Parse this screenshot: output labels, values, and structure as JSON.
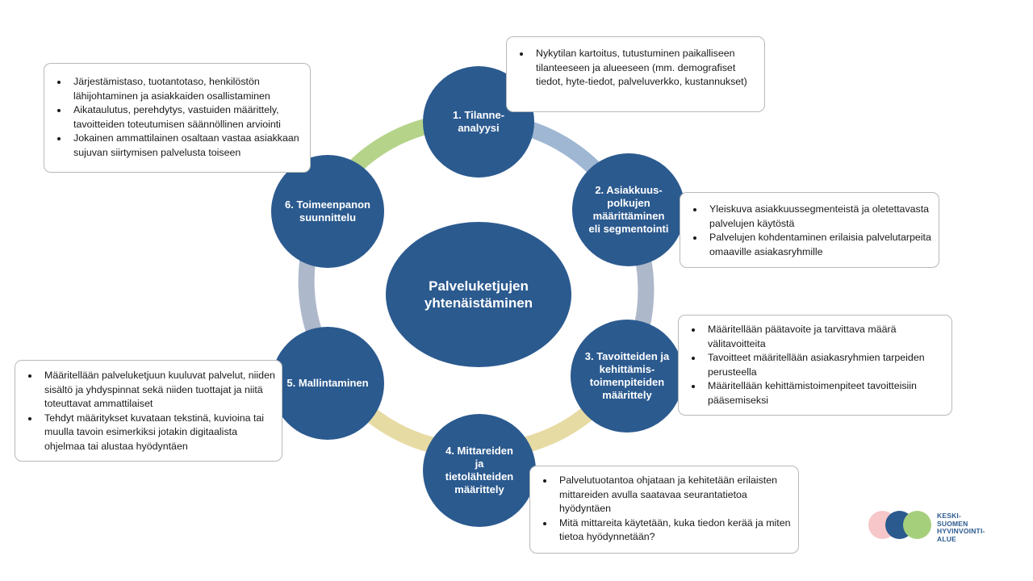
{
  "center": {
    "line1": "Palveluketjujen",
    "line2": "yhtenäistäminen"
  },
  "colors": {
    "node": "#2b5a8f",
    "arc_green": "#b5d48a",
    "arc_blue_light": "#9fb7d3",
    "arc_gray": "#aeb8cb",
    "arc_yellow": "#e7dba4",
    "logo_pink": "#f6c6c8",
    "logo_blue": "#2b5a8f",
    "logo_green": "#a6cf7c"
  },
  "steps": [
    {
      "lines": [
        "1. Tilanne-",
        "analyysi"
      ],
      "bullets": [
        "Nykytilan kartoitus, tutustuminen paikalliseen tilanteeseen ja alueeseen (mm. demografiset tiedot, hyte-tiedot, palveluverkko, kustannukset)"
      ]
    },
    {
      "lines": [
        "2. Asiakkuus-",
        "polkujen",
        "määrittäminen",
        "eli segmentointi"
      ],
      "bullets": [
        "Yleiskuva asiakkuussegmenteistä ja oletettavasta palvelujen käytöstä",
        "Palvelujen kohdentaminen erilaisia palvelutarpeita omaaville asiakasryhmille"
      ]
    },
    {
      "lines": [
        "3. Tavoitteiden ja",
        "kehittämis-",
        "toimenpiteiden",
        "määrittely"
      ],
      "bullets": [
        "Määritellään päätavoite ja tarvittava määrä välitavoitteita",
        "Tavoitteet määritellään asiakasryhmien tarpeiden perusteella",
        "Määritellään kehittämistoimenpiteet tavoitteisiin pääsemiseksi"
      ]
    },
    {
      "lines": [
        "4. Mittareiden",
        "ja",
        "tietolähteiden",
        "määrittely"
      ],
      "bullets": [
        "Palvelutuotantoa ohjataan ja kehitetään erilaisten mittareiden avulla saatavaa seurantatietoa hyödyntäen",
        "Mitä mittareita käytetään, kuka tiedon kerää ja miten tietoa hyödynnetään?"
      ]
    },
    {
      "lines": [
        "5. Mallintaminen"
      ],
      "bullets": [
        "Määritellään palveluketjuun kuuluvat palvelut, niiden sisältö ja yhdyspinnat sekä niiden tuottajat ja niitä toteuttavat ammattilaiset",
        "Tehdyt määritykset kuvataan tekstinä, kuvioina tai muulla tavoin esimerkiksi jotakin digitaalista ohjelmaa tai alustaa hyödyntäen"
      ]
    },
    {
      "lines": [
        "6. Toimeenpanon",
        "suunnittelu"
      ],
      "bullets": [
        "Järjestämistaso, tuotantotaso, henkilöstön lähijohtaminen ja asiakkaiden osallistaminen",
        "Aikataulutus, perehdytys, vastuiden määrittely, tavoitteiden toteutumisen säännöllinen arviointi",
        "Jokainen ammattilainen osaltaan vastaa asiakkaan sujuvan siirtymisen palvelusta toiseen"
      ]
    }
  ],
  "logo": {
    "lines": [
      "KESKI-",
      "SUOMEN",
      "HYVINVOINTI-",
      "ALUE"
    ]
  }
}
